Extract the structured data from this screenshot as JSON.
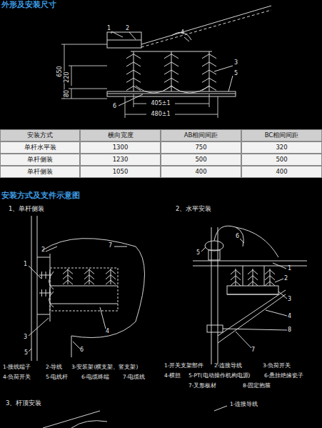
{
  "diagram": {
    "title": "外形及安装尺寸",
    "labels": [
      "1",
      "2",
      "4",
      "3",
      "5",
      "6",
      "650",
      "220",
      "80",
      "405±1",
      "480±1",
      "安装方式",
      "横向宽度",
      "AB相间间距",
      "BC相间间距",
      "单杆水平装",
      "1300",
      "750",
      "320",
      "单杆侧装",
      "1230",
      "500",
      "500",
      "单杆侧装",
      "1050",
      "400",
      "400",
      "安装方式及支件示意图",
      "1、单杆侧装",
      "2、水平安装",
      "1",
      "2",
      "3",
      "4",
      "5",
      "6",
      "7",
      "1",
      "2",
      "3",
      "4",
      "5",
      "6",
      "7",
      "8",
      "1-接线端子",
      "2-导线",
      "3-安装架(横支架、竖支架)",
      "4-负荷开关",
      "5-电线杆",
      "6-电缆终端",
      "7-电缆线",
      "1-开关支架部件",
      "2-连接导线",
      "3-负荷开关",
      "4-横担",
      "5-PT(电动操作机构电源)",
      "6-悬挂绝缘瓷子",
      "7-叉形板材",
      "8-固定抱箍",
      "3、杆顶安装",
      "1-连接导线"
    ]
  }
}
